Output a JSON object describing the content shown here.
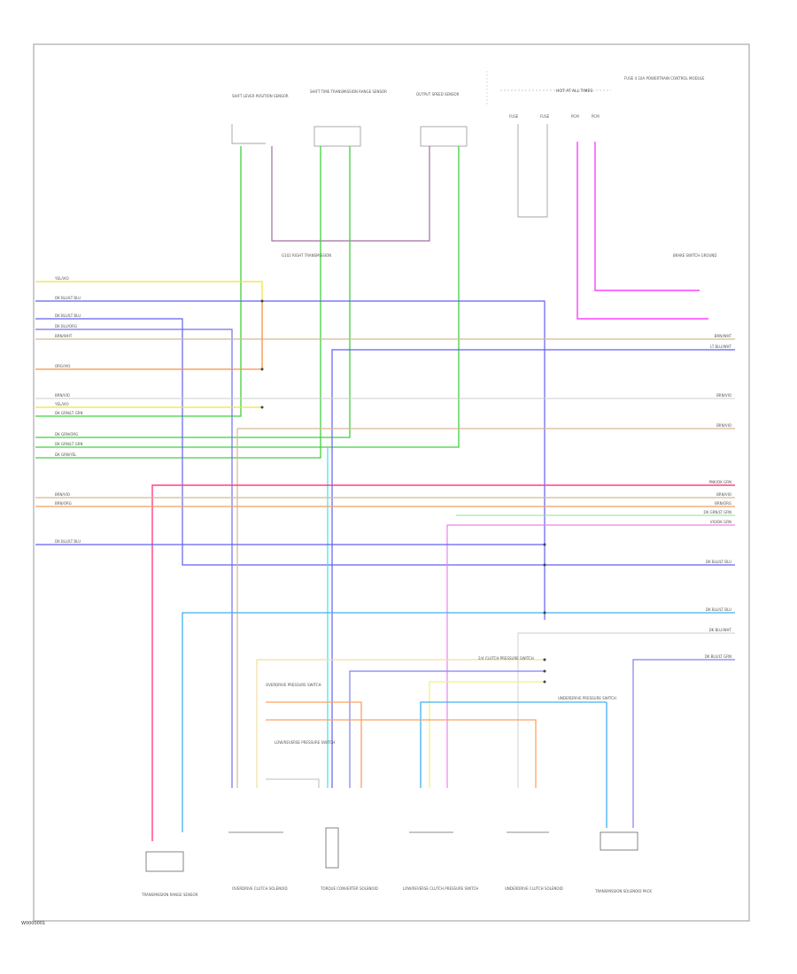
{
  "diagram": {
    "footer_code": "W0000001",
    "header_label": "HOT AT ALL TIMES",
    "legend_note": "FUSE 4 10A POWERTRAIN CONTROL MODULE",
    "center_label": "G102 RIGHT TRANSMISSION",
    "right_note": "BRAKE SWITCH GROUND",
    "left_row_labels": [
      "YEL/VIO",
      "DK BLU/LT BLU",
      "DK BLU/LT BLU",
      "DK BLU/ORG",
      "BRN/WHT",
      "ORG/VIO",
      "BRN/VIO",
      "YEL/VIO",
      "DK GRN/LT GRN",
      "DK GRN/ORG",
      "DK GRN/LT GRN",
      "DK GRN/YEL",
      "BRN/VIO",
      "BRN/ORG",
      "DK BLU/LT BLU"
    ],
    "right_row_labels": [
      "BRN/WHT",
      "LT BLU/WHT",
      "BRN/VIO",
      "BRN/VIO",
      "PNK/DK GRN",
      "BRN/VIO",
      "BRN/ORG",
      "DK GRN/LT GRN",
      "VIO/DK GRN",
      "DK BLU/LT BLU",
      "DK BLU/LT BLU",
      "DK BLU/WHT",
      "DK BLU/LT GRN"
    ],
    "top_components": [
      "SHIFT LEVER POSITION SENSOR",
      "SHIFT TIME TRANSMISSION RANGE SENSOR",
      "OUTPUT SPEED SENSOR"
    ],
    "top_right_components": [
      "FUSE",
      "FUSE",
      "PCM",
      "PCM"
    ],
    "bottom_components": [
      "TRANSMISSION RANGE SENSOR",
      "OVERDRIVE CLUTCH SOLENOID",
      "TORQUE CONVERTER SOLENOID",
      "LOW/REVERSE CLUTCH PRESSURE SWITCH",
      "UNDERDRIVE CLUTCH SOLENOID",
      "TRANSMISSION SOLENOID PACK"
    ],
    "bottom_notes": [
      "OVERDRIVE PRESSURE SWITCH",
      "LOW/REVERSE PRESSURE SWITCH",
      "2/4 CLUTCH PRESSURE SWITCH",
      "UNDERDRIVE PRESSURE SWITCH"
    ]
  }
}
